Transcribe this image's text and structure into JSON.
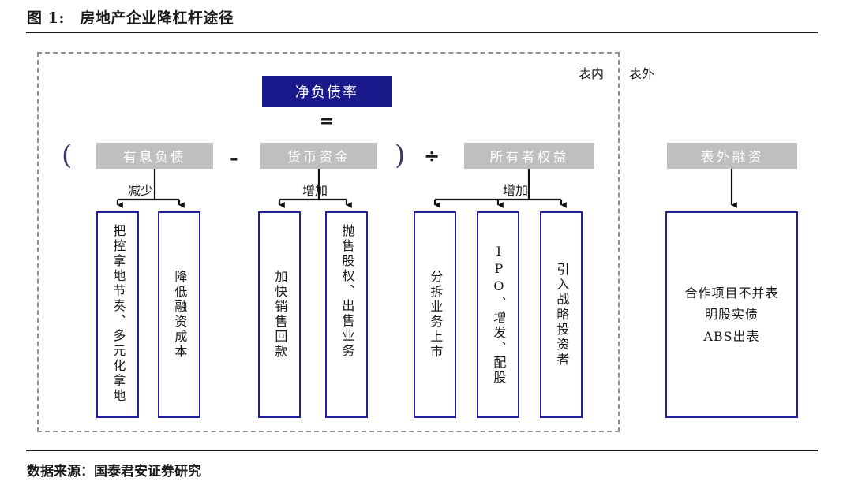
{
  "figure": {
    "label": "图 1:",
    "title": "房地产企业降杠杆途径",
    "title_full": "图 1:　房地产企业降杠杆途径",
    "source_note": "数据来源：国泰君安证券研究"
  },
  "frame": {
    "on_balance_label": "表内",
    "off_balance_label": "表外",
    "border_style": "dashed",
    "border_color": "#8f8f8f"
  },
  "headline": {
    "metric": "净负债率",
    "equals": "=",
    "box_color": "#1a1a8c",
    "text_color": "#ffffff"
  },
  "formula": {
    "left_paren": "(",
    "right_paren": ")",
    "minus": "-",
    "divide": "÷",
    "terms": [
      {
        "id": "interest-bearing-debt",
        "label": "有息负债",
        "color": "#bfbfbf"
      },
      {
        "id": "monetary-funds",
        "label": "货币资金",
        "color": "#bfbfbf"
      },
      {
        "id": "owners-equity",
        "label": "所有者权益",
        "color": "#bfbfbf"
      }
    ],
    "off_balance_term": {
      "id": "off-balance-financing",
      "label": "表外融资",
      "color": "#bfbfbf"
    }
  },
  "connectors": [
    {
      "id": "debt-connector",
      "label": "减少",
      "branches": 2
    },
    {
      "id": "cash-connector",
      "label": "增加",
      "branches": 2
    },
    {
      "id": "equity-connector",
      "label": "增加",
      "branches": 3
    },
    {
      "id": "offbal-connector",
      "label": "",
      "branches": 1
    }
  ],
  "leaves": [
    {
      "id": "leaf-1",
      "group": "有息负债",
      "text": "把控拿地节奏、多元化拿地"
    },
    {
      "id": "leaf-2",
      "group": "有息负债",
      "text": "降低融资成本"
    },
    {
      "id": "leaf-3",
      "group": "货币资金",
      "text": "加快销售回款"
    },
    {
      "id": "leaf-4",
      "group": "货币资金",
      "text": "抛售股权、出售业务"
    },
    {
      "id": "leaf-5",
      "group": "所有者权益",
      "text": "分拆业务上市"
    },
    {
      "id": "leaf-6",
      "group": "所有者权益",
      "text": "IPO、增发、配股"
    },
    {
      "id": "leaf-7",
      "group": "所有者权益",
      "text": "引入战略投资者"
    }
  ],
  "off_balance_box": {
    "lines": [
      "合作项目不并表",
      "明股实债",
      "ABS出表"
    ],
    "text": "合作项目不并表\n明股实债\nABS出表",
    "border_color": "#2020a0"
  },
  "palette": {
    "navy_fill": "#1a1a8c",
    "gray_fill": "#bfbfbf",
    "box_border": "#2020a0",
    "dash_border": "#8f8f8f",
    "ink": "#1a1a1a"
  }
}
